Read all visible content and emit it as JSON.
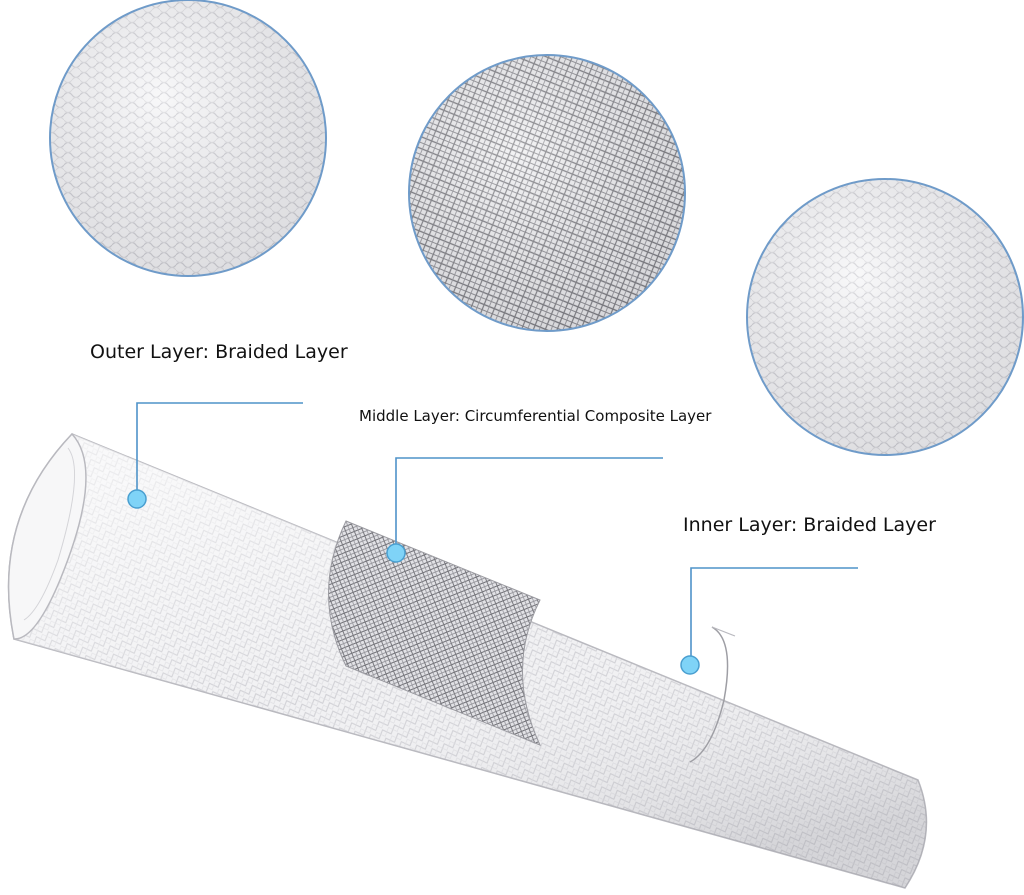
{
  "labels": {
    "outer": "Outer Layer: Braided Layer",
    "middle": "Middle Layer: Circumferential Composite Layer",
    "inner": "Inner Layer: Braided Layer"
  },
  "colors": {
    "callout_line": "#4f93c9",
    "marker_fill": "#7fd3f7",
    "marker_stroke": "#4a9fd0",
    "magnifier_border": "#6f9bc9",
    "tube_outline": "#b9b9bf",
    "weave_light": "#f2f2f4",
    "weave_dark": "#6a6a70"
  },
  "magnifiers": [
    {
      "name": "outer-braid-magnifier",
      "pattern": "braid"
    },
    {
      "name": "middle-mesh-magnifier",
      "pattern": "mesh"
    },
    {
      "name": "inner-braid-magnifier",
      "pattern": "braid"
    }
  ]
}
